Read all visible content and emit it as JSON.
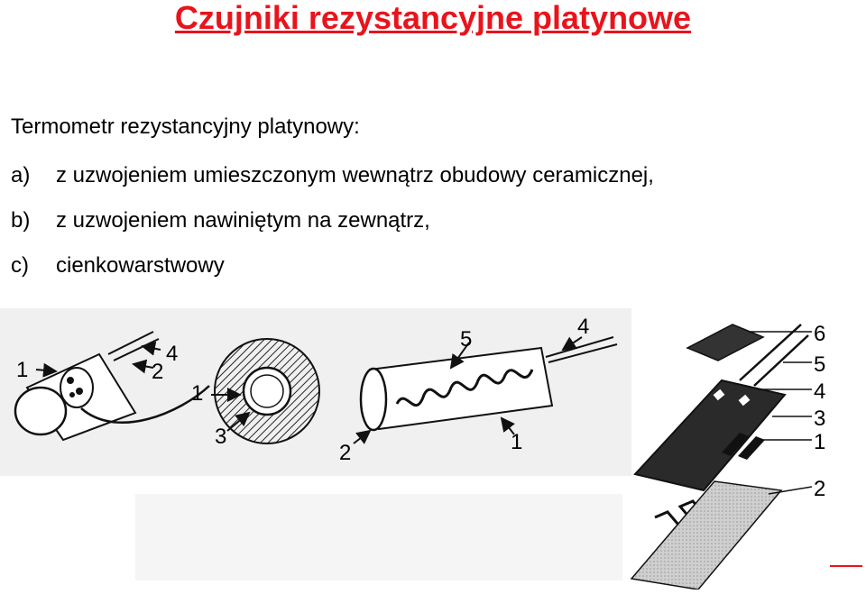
{
  "title": "Czujniki rezystancyjne platynowe",
  "intro": "Termometr rezystancyjny platynowy:",
  "items": [
    {
      "marker": "a)",
      "text": "z uzwojeniem umieszczonym wewnątrz obudowy ceramicznej,"
    },
    {
      "marker": "b)",
      "text": "z uzwojeniem nawiniętym na zewnątrz,"
    },
    {
      "marker": "c)",
      "text": "cienkowarstwowy"
    }
  ],
  "figure": {
    "a_labels": [
      "1",
      "2",
      "4"
    ],
    "section_labels": [
      "1",
      "3"
    ],
    "b_labels": [
      "5",
      "4",
      "2",
      "1"
    ],
    "c_labels": [
      "6",
      "5",
      "4",
      "3",
      "1",
      "2"
    ]
  },
  "colors": {
    "title": "#e8141c",
    "accent_line": "#e8141c"
  }
}
